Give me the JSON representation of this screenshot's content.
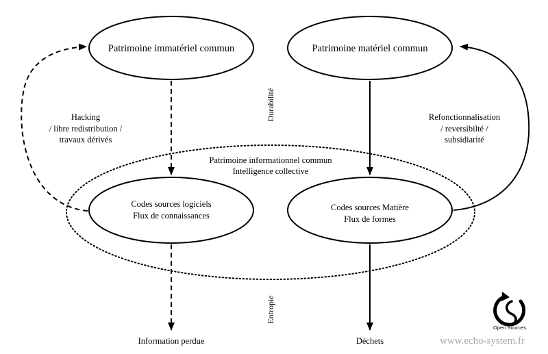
{
  "nodes": {
    "immaterial": "Patrimoine immatériel commun",
    "material": "Patrimoine matériel commun",
    "software": [
      "Codes sources logiciels",
      "Flux de connaissances"
    ],
    "matter": [
      "Codes sources Matière",
      "Flux de formes"
    ],
    "lost": "Information perdue",
    "waste": "Déchets"
  },
  "cloud": [
    "Patrimoine informationnel commun",
    "Intelligence collective"
  ],
  "left_loop": [
    "Hacking",
    "/ libre redistribution /",
    "travaux dérivés"
  ],
  "right_loop": [
    "Refonctionnalisation",
    "/ reversibilté /",
    "subsidiarité"
  ],
  "axis": {
    "top": "Durabilité",
    "bottom": "Entropie"
  },
  "logo": {
    "caption": "Open Sources"
  },
  "footer": {
    "url": "www.echo-system.fr"
  }
}
